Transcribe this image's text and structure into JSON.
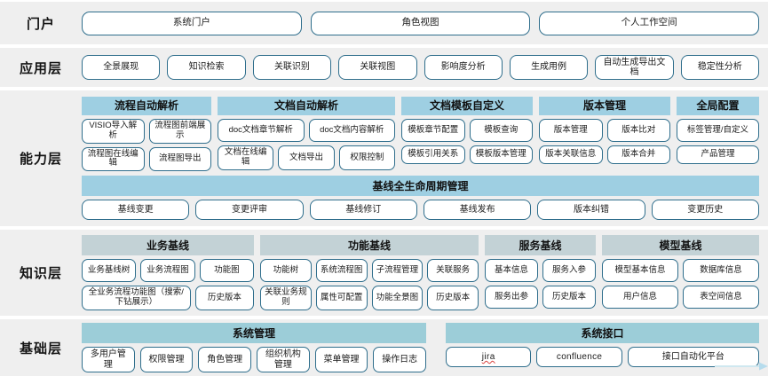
{
  "layers": [
    {
      "name": "portal",
      "label": "门户",
      "items": [
        "系统门户",
        "角色视图",
        "个人工作空间"
      ]
    },
    {
      "name": "application",
      "label": "应用层",
      "items": [
        "全景展现",
        "知识检索",
        "关联识别",
        "关联视图",
        "影响度分析",
        "生成用例",
        "自动生成导出文档",
        "稳定性分析"
      ]
    },
    {
      "name": "capability",
      "label": "能力层",
      "groups": [
        {
          "title": "流程自动解析",
          "rows": [
            [
              "VISIO导入解析",
              "流程图前端展示"
            ],
            [
              "流程图在线编辑",
              "流程图导出"
            ]
          ]
        },
        {
          "title": "文档自动解析",
          "rows": [
            [
              "doc文档章节解析",
              "doc文档内容解析"
            ],
            [
              "文档在线编辑",
              "文档导出",
              "权限控制"
            ]
          ]
        },
        {
          "title": "文档模板自定义",
          "rows": [
            [
              "模板章节配置",
              "模板查询"
            ],
            [
              "模板引用关系",
              "模板版本管理"
            ]
          ]
        },
        {
          "title": "版本管理",
          "rows": [
            [
              "版本管理",
              "版本比对"
            ],
            [
              "版本关联信息",
              "版本合并"
            ]
          ]
        },
        {
          "title": "全局配置",
          "rows": [
            [
              "标签管理/自定义"
            ],
            [
              "产品管理"
            ]
          ]
        }
      ],
      "baseline": {
        "title": "基线全生命周期管理",
        "items": [
          "基线变更",
          "变更评审",
          "基线修订",
          "基线发布",
          "版本纠错",
          "变更历史"
        ]
      }
    },
    {
      "name": "knowledge",
      "label": "知识层",
      "groups": [
        {
          "title": "业务基线",
          "rows": [
            [
              "业务基线树",
              "业务流程图",
              "功能图"
            ],
            [
              "全业务流程功能图（搜索/下钻展示）",
              "历史版本"
            ]
          ]
        },
        {
          "title": "功能基线",
          "rows": [
            [
              "功能树",
              "系统流程图",
              "子流程管理",
              "关联服务"
            ],
            [
              "关联业务规则",
              "属性可配置",
              "功能全景图",
              "历史版本"
            ]
          ]
        },
        {
          "title": "服务基线",
          "rows": [
            [
              "基本信息",
              "服务入参"
            ],
            [
              "服务出参",
              "历史版本"
            ]
          ]
        },
        {
          "title": "模型基线",
          "rows": [
            [
              "模型基本信息",
              "数据库信息"
            ],
            [
              "用户信息",
              "表空间信息"
            ]
          ]
        }
      ]
    },
    {
      "name": "infrastructure",
      "label": "基础层",
      "groups": [
        {
          "title": "系统管理",
          "rows": [
            [
              "多用户管理",
              "权限管理",
              "角色管理",
              "组织机构管理",
              "菜单管理",
              "操作日志"
            ]
          ]
        },
        {
          "title": "系统接口",
          "rows": [
            [
              "jira",
              "confluence",
              "接口自动化平台"
            ]
          ]
        }
      ]
    }
  ],
  "colors": {
    "band_background": "#efefef",
    "pill_border": "#2f6e8c",
    "capability_header": "#9ecfe2",
    "knowledge_header": "#c3d2d6",
    "infrastructure_header": "#9ccdd8",
    "page_background": "#ffffff"
  }
}
